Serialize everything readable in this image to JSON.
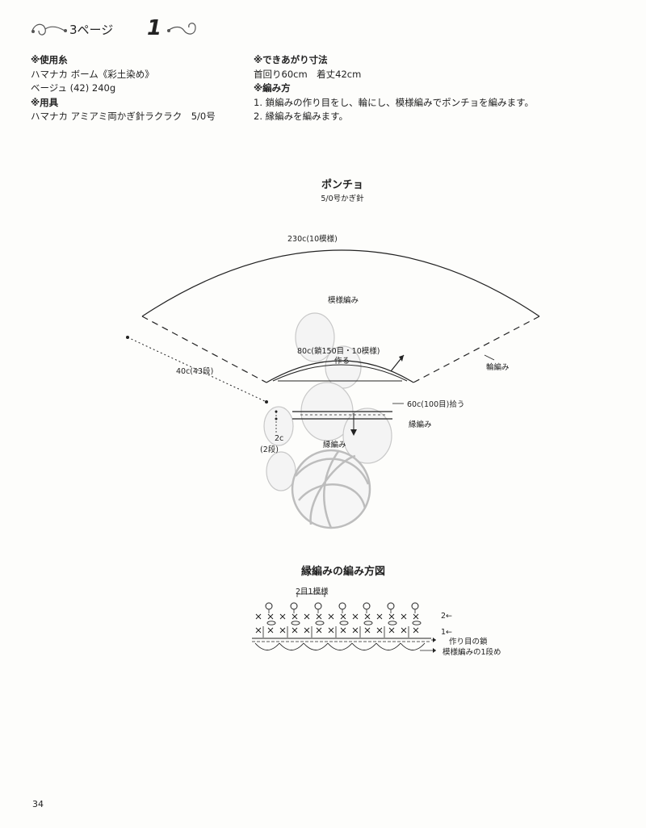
{
  "header": {
    "ref_text": "3ページ",
    "pattern_number": "1"
  },
  "materials": {
    "yarn_heading": "※使用糸",
    "yarn_line1": "ハマナカ ボーム《彩土染め》",
    "yarn_line2": "ベージュ (42) 240g",
    "tools_heading": "※用具",
    "tools_line1": "ハマナカ アミアミ両かぎ針ラクラク　5/0号"
  },
  "finished": {
    "size_heading": "※できあがり寸法",
    "size_line": "首回り60cm　着丈42cm",
    "method_heading": "※編み方",
    "step1": "1. 鎖編みの作り目をし、輪にし、模様編みでポンチョを編みます。",
    "step2": "2. 縁編みを編みます。"
  },
  "diagram": {
    "title": "ポンチョ",
    "hook": "5/0号かぎ針",
    "top_width": "230c(10模様)",
    "pattern_label": "模様編み",
    "chain_label": "80c(鎖150目・10模様)",
    "make_label": "作る",
    "side_length": "40c(43段)",
    "round_label": "輪編み",
    "neck_label": "60c(100目)拾う",
    "edge_label1": "縁編み",
    "edge_label2": "縁編み",
    "edge_height": "2c",
    "edge_rows": "(2段)"
  },
  "chart": {
    "title": "縁編みの編み方図",
    "repeat_label": "2目1模様",
    "row2": "2←",
    "row1": "1←",
    "base_chain": "作り目の鎖",
    "first_row": "模様編みの1段め"
  },
  "page_number": "34"
}
